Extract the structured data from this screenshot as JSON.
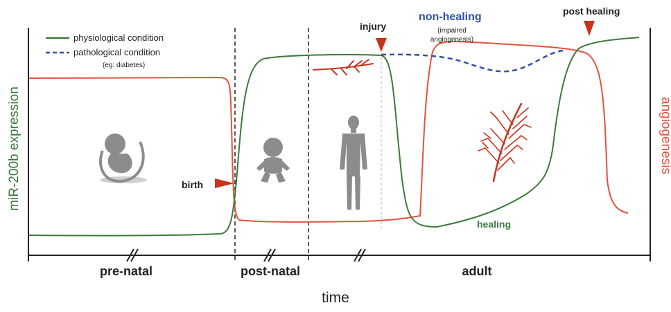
{
  "chart_data": {
    "type": "line",
    "ylabel_left": "miR-200b expression",
    "ylabel_right": "angiogenesis",
    "xlabel": "time",
    "phases": [
      "pre-natal",
      "post-natal",
      "adult"
    ],
    "legend": {
      "physiological": "physiological condition",
      "pathological": "pathological condition",
      "pathological_note": "(eg: diabetes)"
    },
    "annotations": {
      "birth": "birth",
      "injury": "injury",
      "non_healing": "non-healing",
      "non_healing_note_1": "(impaired",
      "non_healing_note_2": "angiogenesis)",
      "post_healing": "post healing",
      "healing": "healing"
    },
    "series": [
      {
        "name": "physiological condition",
        "role": "miR-200b expression",
        "color": "#3a7a3a",
        "style": "solid"
      },
      {
        "name": "pathological condition",
        "role": "miR-200b expression",
        "color": "#2f4fa8",
        "style": "dashed"
      },
      {
        "role": "angiogenesis",
        "color": "#e8503a",
        "style": "solid"
      }
    ],
    "colors": {
      "left_axis_label": "#3a7a3a",
      "right_axis_label": "#e8503a",
      "non_healing_text": "#2f4fa8",
      "healing_text": "#3a7a3a",
      "marker": "#c8321e",
      "icon": "#8c8c8c"
    }
  }
}
